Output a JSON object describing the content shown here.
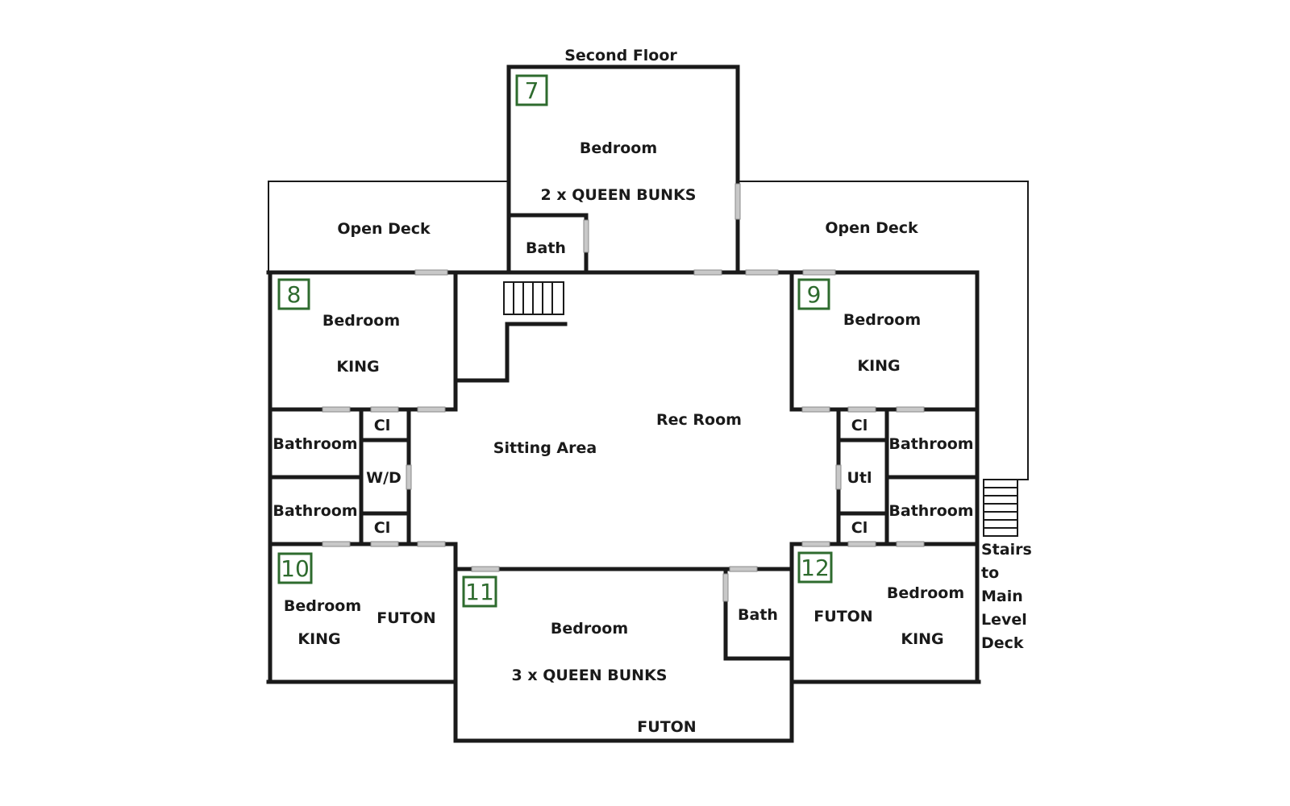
{
  "title": "Second Floor",
  "rooms": {
    "r7": {
      "number": "7",
      "name": "Bedroom",
      "bed": "2 x QUEEN BUNKS"
    },
    "r8": {
      "number": "8",
      "name": "Bedroom",
      "bed": "KING"
    },
    "r9": {
      "number": "9",
      "name": "Bedroom",
      "bed": "KING"
    },
    "r10": {
      "number": "10",
      "name": "Bedroom",
      "bed": "KING",
      "extra": "FUTON"
    },
    "r11": {
      "number": "11",
      "name": "Bedroom",
      "bed": "3 x QUEEN BUNKS",
      "extra": "FUTON"
    },
    "r12": {
      "number": "12",
      "name": "Bedroom",
      "bed": "KING",
      "extra": "FUTON"
    }
  },
  "labels": {
    "open_deck_left": "Open Deck",
    "open_deck_right": "Open Deck",
    "bath_top": "Bath",
    "bath_bottom": "Bath",
    "bathroom_l1": "Bathroom",
    "bathroom_l2": "Bathroom",
    "bathroom_r1": "Bathroom",
    "bathroom_r2": "Bathroom",
    "cl_l1": "Cl",
    "cl_l2": "Cl",
    "cl_r1": "Cl",
    "cl_r2": "Cl",
    "wd": "W/D",
    "utl": "Utl",
    "sitting_area": "Sitting Area",
    "rec_room": "Rec Room",
    "stairs": [
      "Stairs",
      "to",
      "Main",
      "Level",
      "Deck"
    ]
  },
  "colors": {
    "wall": "#1a1a1a",
    "badge": "#2e6b2e"
  }
}
